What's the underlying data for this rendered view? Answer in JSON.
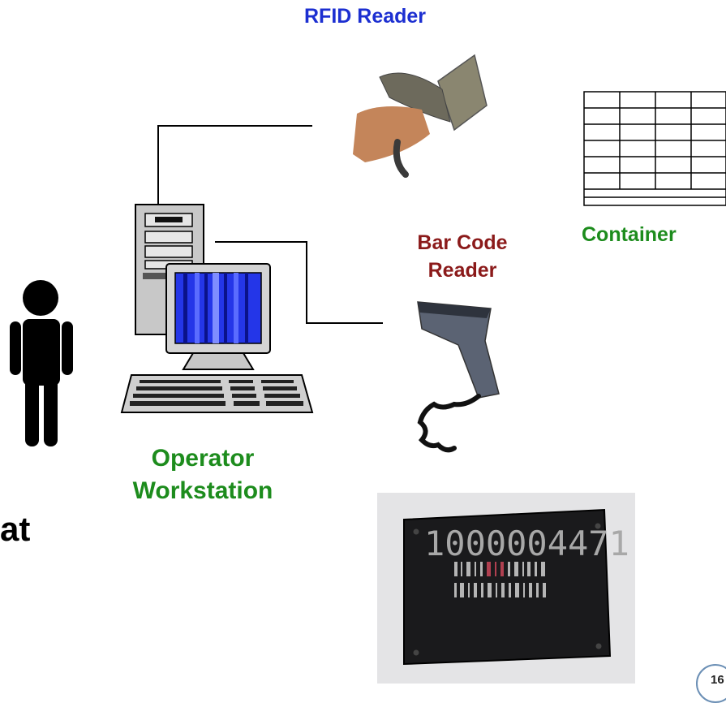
{
  "labels": {
    "rfid_reader": "RFID  Reader",
    "container": "Container",
    "bar_code_reader_line1": "Bar Code",
    "bar_code_reader_line2": "Reader",
    "operator_workstation_line1": "Operator",
    "operator_workstation_line2": "Workstation",
    "partial_text": "at",
    "page_number": "16"
  },
  "tag_plate": {
    "number": "1000004471"
  },
  "colors": {
    "rfid_label": "#1c2fd1",
    "container_label": "#1d8c1d",
    "bar_code_label": "#8b1a1a",
    "workstation_label": "#1d8c1d",
    "monitor_screen": "#2436e8"
  },
  "icons": [
    "person-icon",
    "computer-tower-icon",
    "monitor-icon",
    "keyboard-icon",
    "rfid-reader-icon",
    "barcode-scanner-icon",
    "container-grid-icon",
    "tag-plate-photo"
  ]
}
